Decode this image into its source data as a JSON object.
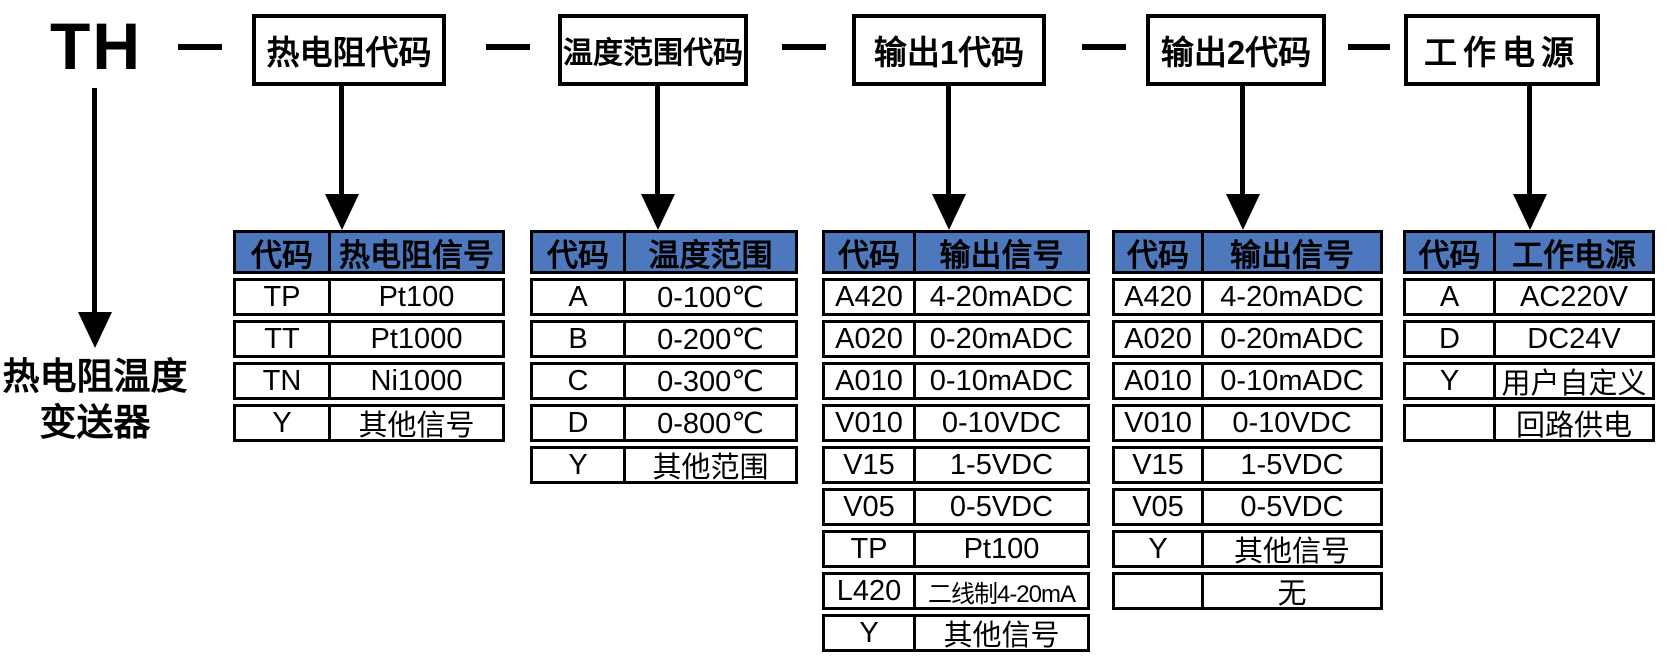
{
  "title": {
    "prefix": "TH"
  },
  "left_label": {
    "line1": "热电阻温度",
    "line2": "变送器"
  },
  "colors": {
    "header_bg": "#4d78bd",
    "border": "#000000",
    "background": "#ffffff"
  },
  "top_boxes": [
    {
      "label": "热电阻代码"
    },
    {
      "label": "温度范围代码"
    },
    {
      "label": "输出1代码"
    },
    {
      "label": "输出2代码"
    },
    {
      "label": "工作电源"
    }
  ],
  "tables": [
    {
      "name": "rtd-signal-codes",
      "headers": [
        "代码",
        "热电阻信号"
      ],
      "rows": [
        [
          "TP",
          "Pt100"
        ],
        [
          "TT",
          "Pt1000"
        ],
        [
          "TN",
          "Ni1000"
        ],
        [
          "Y",
          "其他信号"
        ]
      ]
    },
    {
      "name": "temperature-range-codes",
      "headers": [
        "代码",
        "温度范围"
      ],
      "rows": [
        [
          "A",
          "0-100℃"
        ],
        [
          "B",
          "0-200℃"
        ],
        [
          "C",
          "0-300℃"
        ],
        [
          "D",
          "0-800℃"
        ],
        [
          "Y",
          "其他范围"
        ]
      ]
    },
    {
      "name": "output1-signal-codes",
      "headers": [
        "代码",
        "输出信号"
      ],
      "rows": [
        [
          "A420",
          "4-20mADC"
        ],
        [
          "A020",
          "0-20mADC"
        ],
        [
          "A010",
          "0-10mADC"
        ],
        [
          "V010",
          "0-10VDC"
        ],
        [
          "V15",
          "1-5VDC"
        ],
        [
          "V05",
          "0-5VDC"
        ],
        [
          "TP",
          "Pt100"
        ],
        [
          "L420",
          "二线制4-20mA"
        ],
        [
          "Y",
          "其他信号"
        ]
      ]
    },
    {
      "name": "output2-signal-codes",
      "headers": [
        "代码",
        "输出信号"
      ],
      "rows": [
        [
          "A420",
          "4-20mADC"
        ],
        [
          "A020",
          "0-20mADC"
        ],
        [
          "A010",
          "0-10mADC"
        ],
        [
          "V010",
          "0-10VDC"
        ],
        [
          "V15",
          "1-5VDC"
        ],
        [
          "V05",
          "0-5VDC"
        ],
        [
          "Y",
          "其他信号"
        ],
        [
          "",
          "无"
        ]
      ]
    },
    {
      "name": "power-supply-codes",
      "headers": [
        "代码",
        "工作电源"
      ],
      "rows": [
        [
          "A",
          "AC220V"
        ],
        [
          "D",
          "DC24V"
        ],
        [
          "Y",
          "用户自定义"
        ],
        [
          "",
          "回路供电"
        ]
      ]
    }
  ]
}
